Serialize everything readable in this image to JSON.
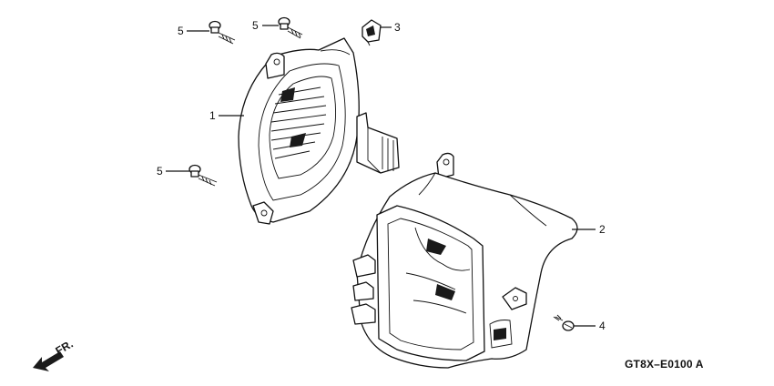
{
  "callouts": [
    {
      "id": "1",
      "label": "1"
    },
    {
      "id": "2",
      "label": "2"
    },
    {
      "id": "3",
      "label": "3"
    },
    {
      "id": "4",
      "label": "4"
    },
    {
      "id": "5a",
      "label": "5"
    },
    {
      "id": "5b",
      "label": "5"
    },
    {
      "id": "5c",
      "label": "5"
    }
  ],
  "direction_label": "FR.",
  "diagram_code": "GT8X–E0100 A"
}
